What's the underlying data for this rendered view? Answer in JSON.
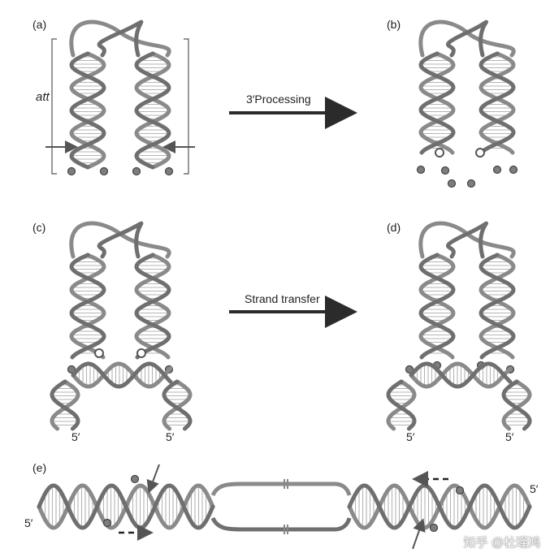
{
  "panels": {
    "a": "(a)",
    "b": "(b)",
    "c": "(c)",
    "d": "(d)",
    "e": "(e)"
  },
  "att_label": "att",
  "step1_label": "3′Processing",
  "step2_label": "Strand transfer",
  "five_prime": "5′",
  "watermark": "知乎 @杜瑾鸿",
  "colors": {
    "strand": "#8a8a8a",
    "strand_dark": "#6f6f6f",
    "rung": "#b5b5b5",
    "arrow": "#2b2b2b",
    "end_ball": "#7d7d7d"
  }
}
